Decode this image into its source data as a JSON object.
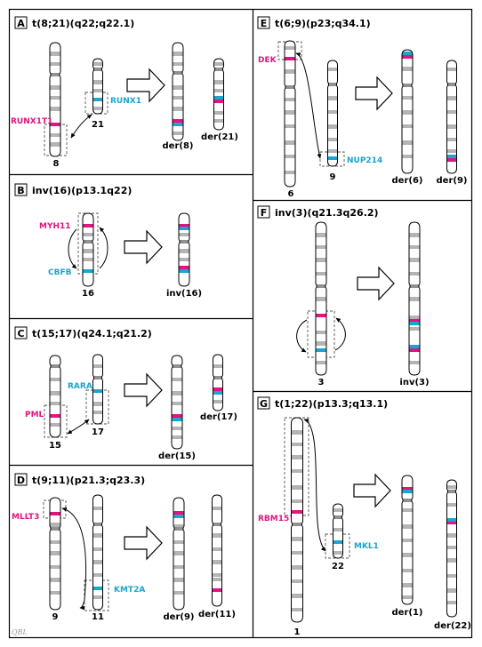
{
  "colors": {
    "fusion_a": "#e0157f",
    "fusion_b": "#1aa6cf",
    "band": "#b4b4b4",
    "centromere": "#909090"
  },
  "signature": "QBL",
  "panels": [
    {
      "id": "A",
      "title": "t(8;21)(q22;q22.1)",
      "labels": {
        "ca": "8",
        "cb": "21",
        "da": "der(8)",
        "db": "der(21)"
      },
      "genes": {
        "a": "RUNX1T1",
        "b": "RUNX1"
      }
    },
    {
      "id": "B",
      "title": "inv(16)(p13.1q22)",
      "labels": {
        "c": "16",
        "d": "inv(16)"
      },
      "genes": {
        "a": "MYH11",
        "b": "CBFB"
      }
    },
    {
      "id": "C",
      "title": "t(15;17)(q24.1;q21.2)",
      "labels": {
        "ca": "15",
        "cb": "17",
        "da": "der(15)",
        "db": "der(17)"
      },
      "genes": {
        "a": "PML",
        "b": "RARA"
      }
    },
    {
      "id": "D",
      "title": "t(9;11)(p21.3;q23.3)",
      "labels": {
        "ca": "9",
        "cb": "11",
        "da": "der(9)",
        "db": "der(11)"
      },
      "genes": {
        "a": "MLLT3",
        "b": "KMT2A"
      }
    },
    {
      "id": "E",
      "title": "t(6;9)(p23;q34.1)",
      "labels": {
        "ca": "6",
        "cb": "9",
        "da": "der(6)",
        "db": "der(9)"
      },
      "genes": {
        "a": "DEK",
        "b": "NUP214"
      }
    },
    {
      "id": "F",
      "title": "inv(3)(q21.3q26.2)",
      "labels": {
        "c": "3",
        "d": "inv(3)"
      },
      "genes": {}
    },
    {
      "id": "G",
      "title": "t(1;22)(p13.3;q13.1)",
      "labels": {
        "ca": "1",
        "cb": "22",
        "da": "der(1)",
        "db": "der(22)"
      },
      "genes": {
        "a": "RBM15",
        "b": "MKL1"
      }
    }
  ]
}
